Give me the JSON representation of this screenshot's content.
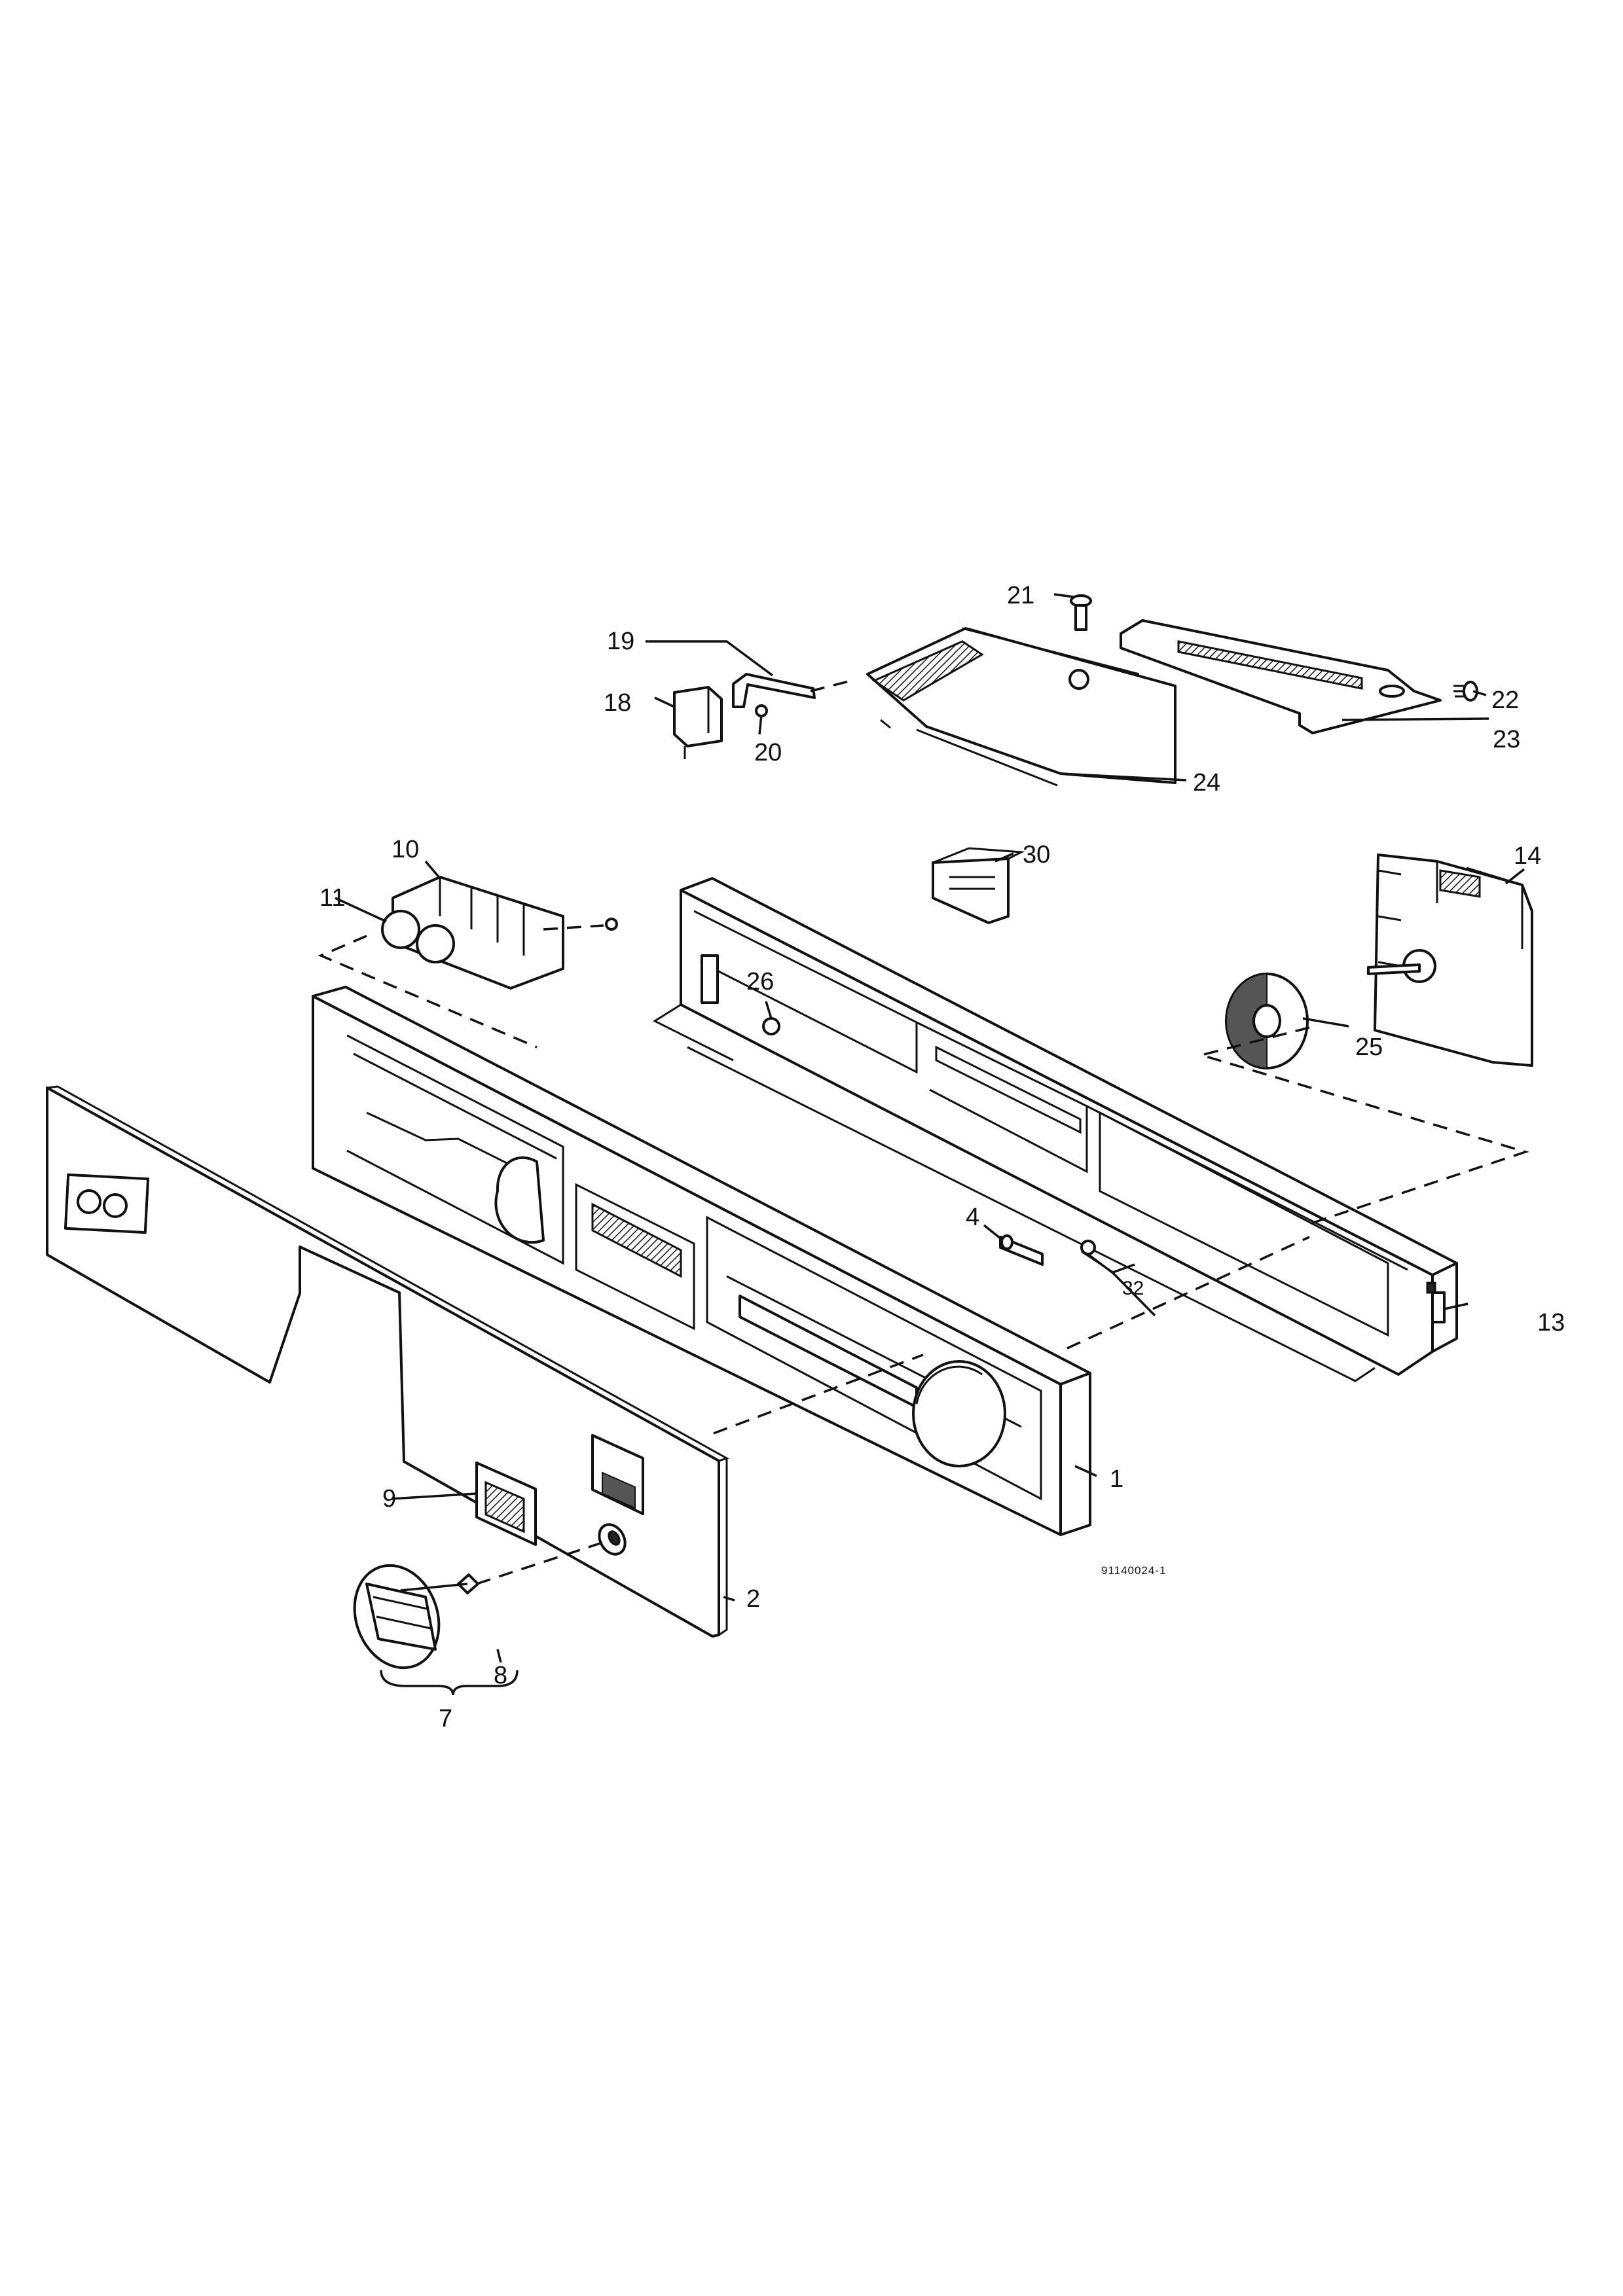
{
  "diagram": {
    "drawing_number": "91140024-1",
    "callouts": {
      "c1": "1",
      "c2": "2",
      "c4": "4",
      "c7": "7",
      "c8": "8",
      "c9": "9",
      "c10": "10",
      "c11": "11",
      "c13": "13",
      "c14": "14",
      "c18": "18",
      "c19": "19",
      "c20": "20",
      "c21": "21",
      "c22": "22",
      "c23": "23",
      "c24": "24",
      "c25": "25",
      "c26": "26",
      "c30": "30",
      "c32": "32"
    }
  }
}
